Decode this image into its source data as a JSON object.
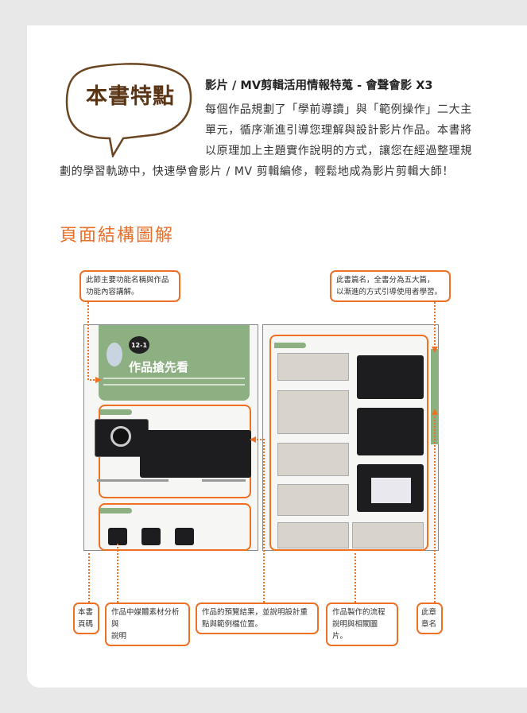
{
  "feature": {
    "badge": "本書特點",
    "heading": "影片 / MV剪輯活用情報特蒐 - 會聲會影 X3",
    "lines": [
      "每個作品規劃了「學前導讀」與「範例操作」二大主",
      "單元，循序漸進引導您理解與設計影片作品。本書將",
      "以原理加上主題實作說明的方式，讓您在經過整理規",
      "劃的學習軌跡中，快速學會影片 / MV 剪輯編修，輕鬆地成為影片剪輯大師！"
    ]
  },
  "structure": {
    "title": "頁面結構圖解",
    "callouts": {
      "section_name": [
        "此節主要功能名稱與作品",
        "功能內容講解。"
      ],
      "part_name": [
        "此書篇名，全書分為五大篇，",
        "以漸進的方式引導使用者學習。"
      ],
      "page_number": [
        "本書",
        "頁碼"
      ],
      "media_analysis": [
        "作品中媒體素材分析與",
        "說明"
      ],
      "preview": [
        "作品的預覽結果，並說明設計重",
        "點與範例檔位置。"
      ],
      "workflow": [
        "作品製作的流程",
        "說明與相關圖片。"
      ],
      "chapter_name": [
        "此章",
        "章名"
      ]
    },
    "sample_page": {
      "chapter_no": "12-1",
      "section_title": "作品搶先看"
    }
  },
  "colors": {
    "accent": "#ee7024",
    "brown": "#5a3515",
    "green": "#8db082"
  }
}
